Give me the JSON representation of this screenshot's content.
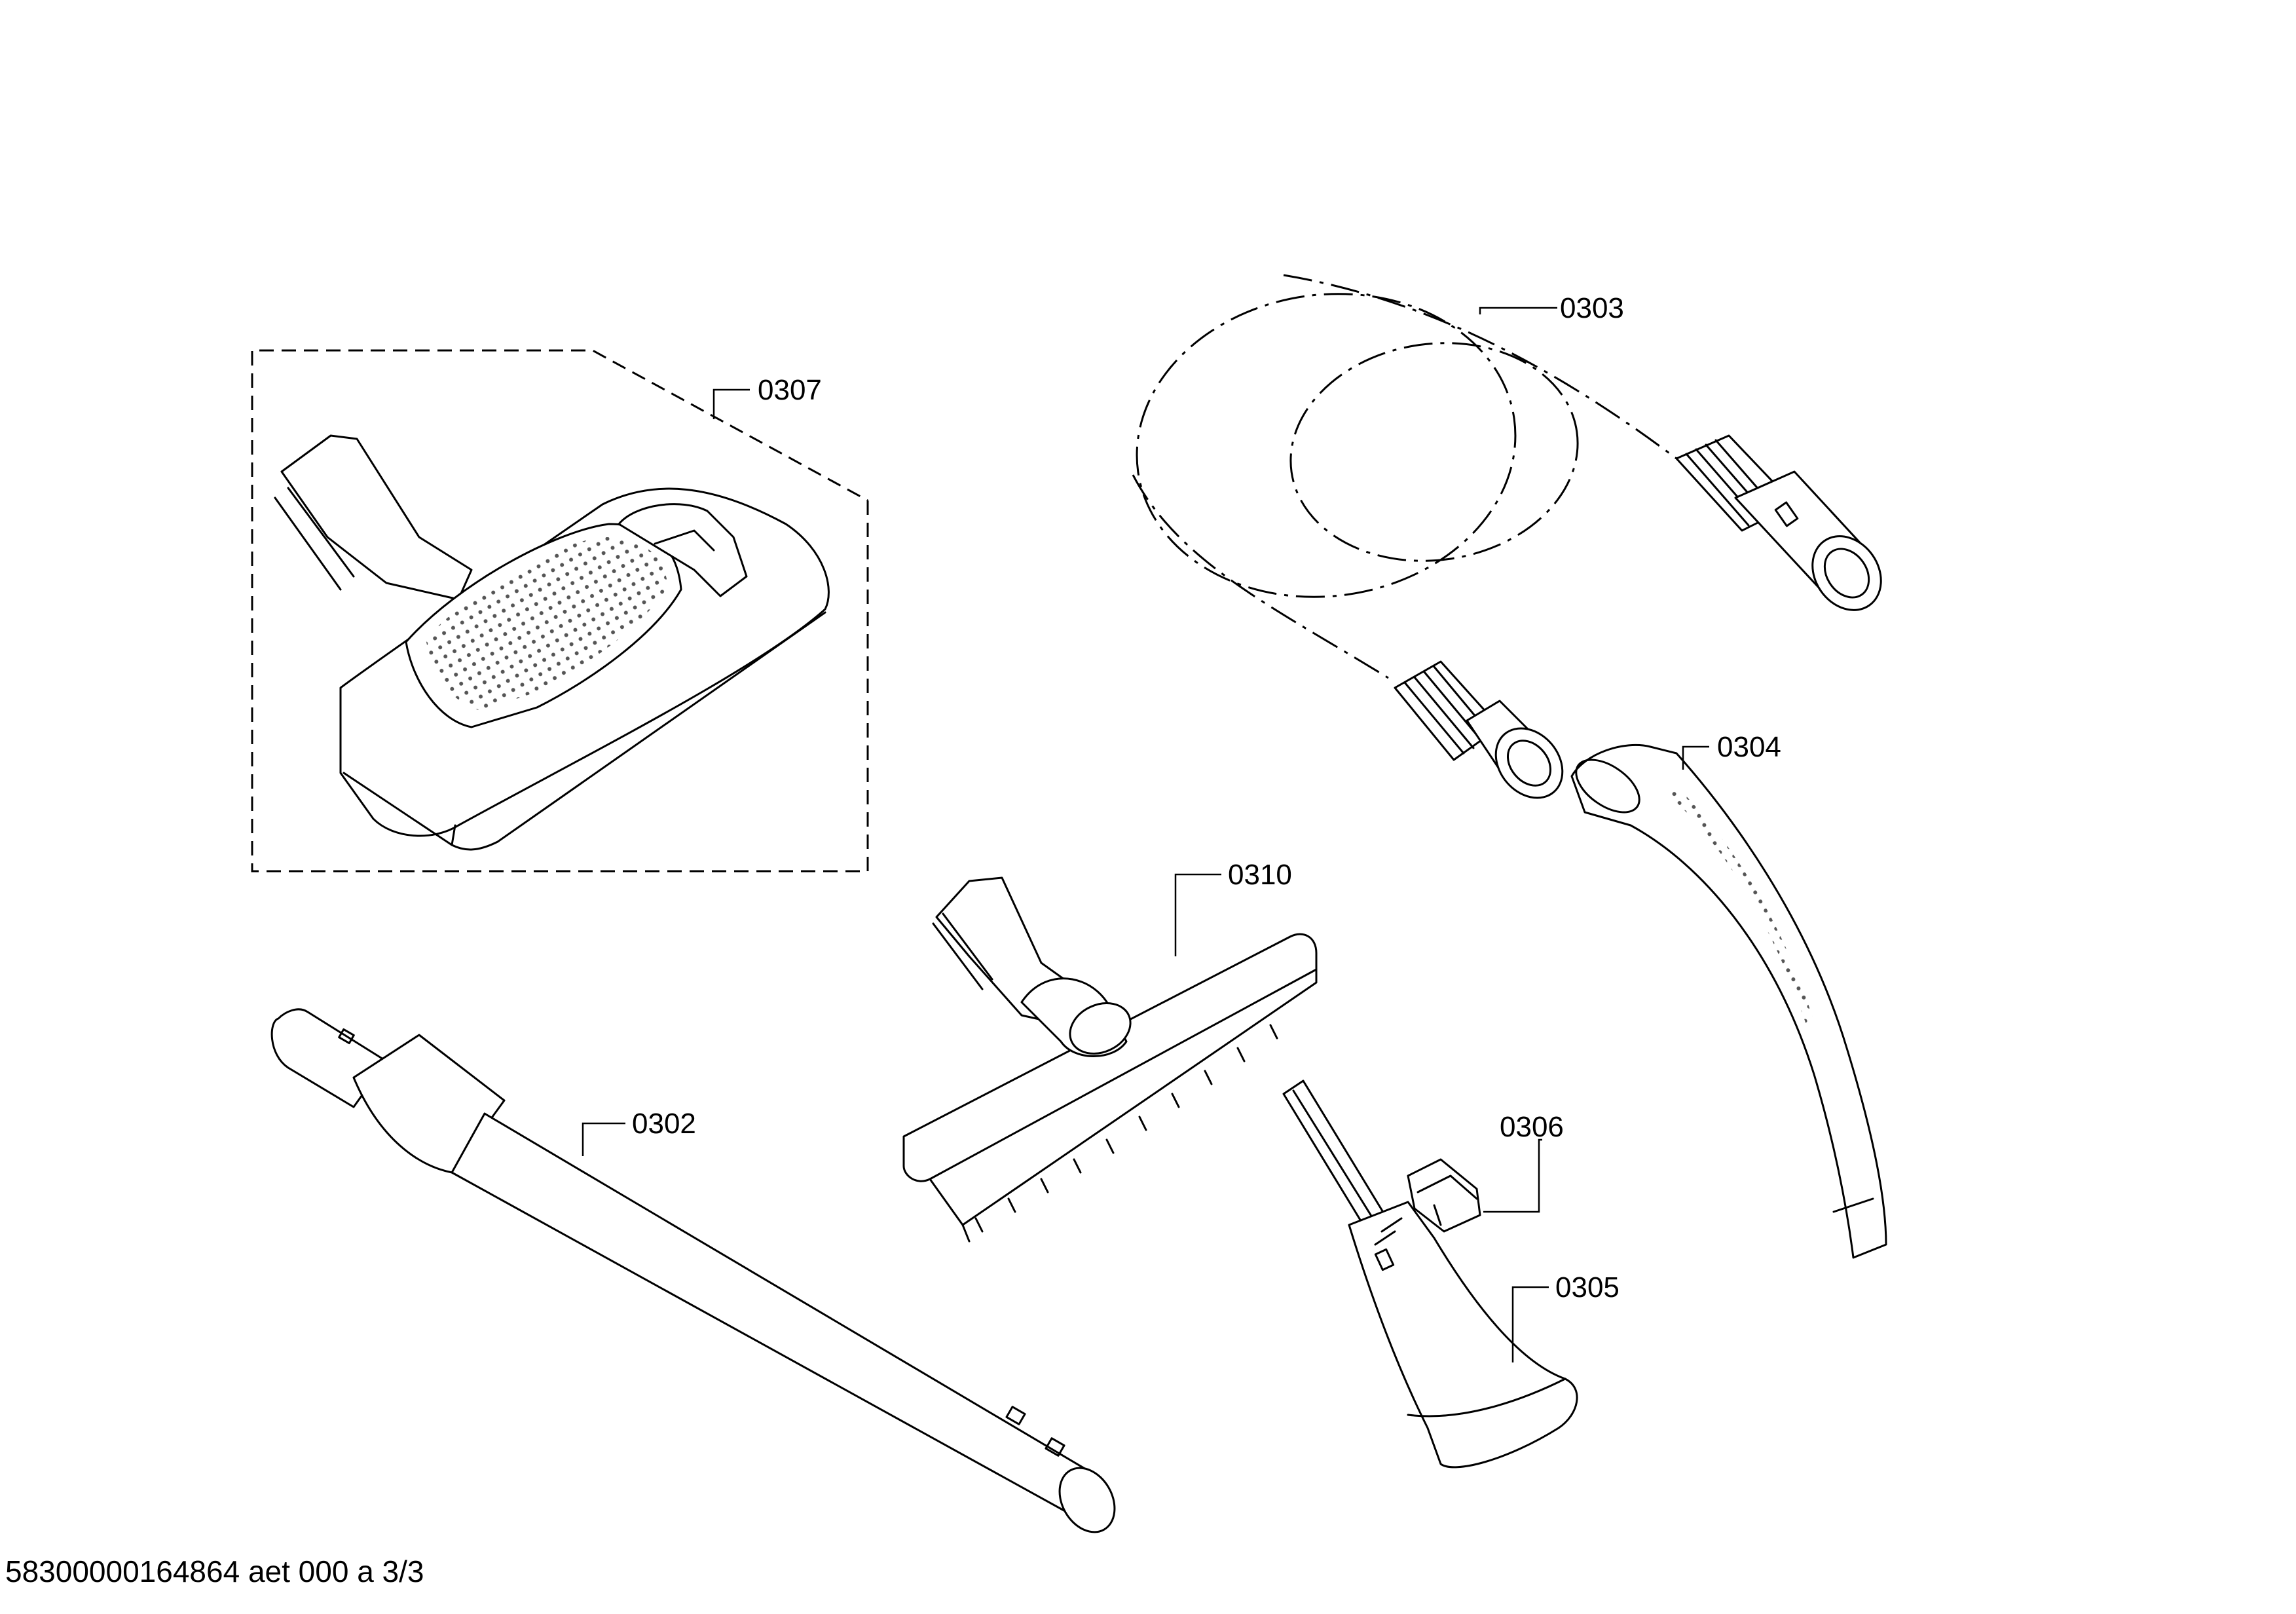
{
  "diagram": {
    "parts": [
      {
        "id": "0307",
        "label": "0307"
      },
      {
        "id": "0303",
        "label": "0303"
      },
      {
        "id": "0304",
        "label": "0304"
      },
      {
        "id": "0310",
        "label": "0310"
      },
      {
        "id": "0302",
        "label": "0302"
      },
      {
        "id": "0306",
        "label": "0306"
      },
      {
        "id": "0305",
        "label": "0305"
      }
    ]
  },
  "footer": {
    "text": "58300000164864 aet 000 a 3/3"
  }
}
